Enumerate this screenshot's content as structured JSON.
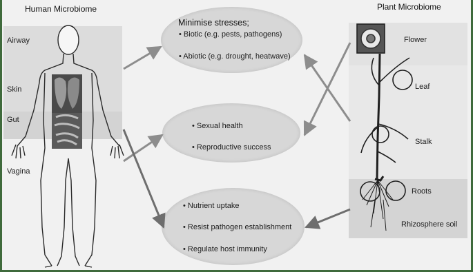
{
  "human": {
    "title": "Human Microbiome",
    "regions": [
      "Airway",
      "Skin",
      "Gut",
      "Vagina"
    ]
  },
  "plant": {
    "title": "Plant Microbiome",
    "regions": [
      "Flower",
      "Leaf",
      "Stalk",
      "Roots",
      "Rhizosphere soil"
    ]
  },
  "benefits": {
    "stress": {
      "heading": "Minimise stresses;",
      "items": [
        "• Biotic (e.g. pests, pathogens)",
        "• Abiotic (e.g. drought, heatwave)"
      ]
    },
    "health": {
      "items": [
        "•  Sexual health",
        "•  Reproductive success"
      ]
    },
    "nutrition": {
      "items": [
        "•  Nutrient uptake",
        "•  Resist pathogen establishment",
        "•  Regulate host immunity"
      ]
    }
  },
  "colors": {
    "frame": "#3f6a3c",
    "panel": "#f1f1f1",
    "band": "#dcdcdc",
    "ellipse": "#d7d7d7",
    "arrow": "#8d8d8d"
  }
}
